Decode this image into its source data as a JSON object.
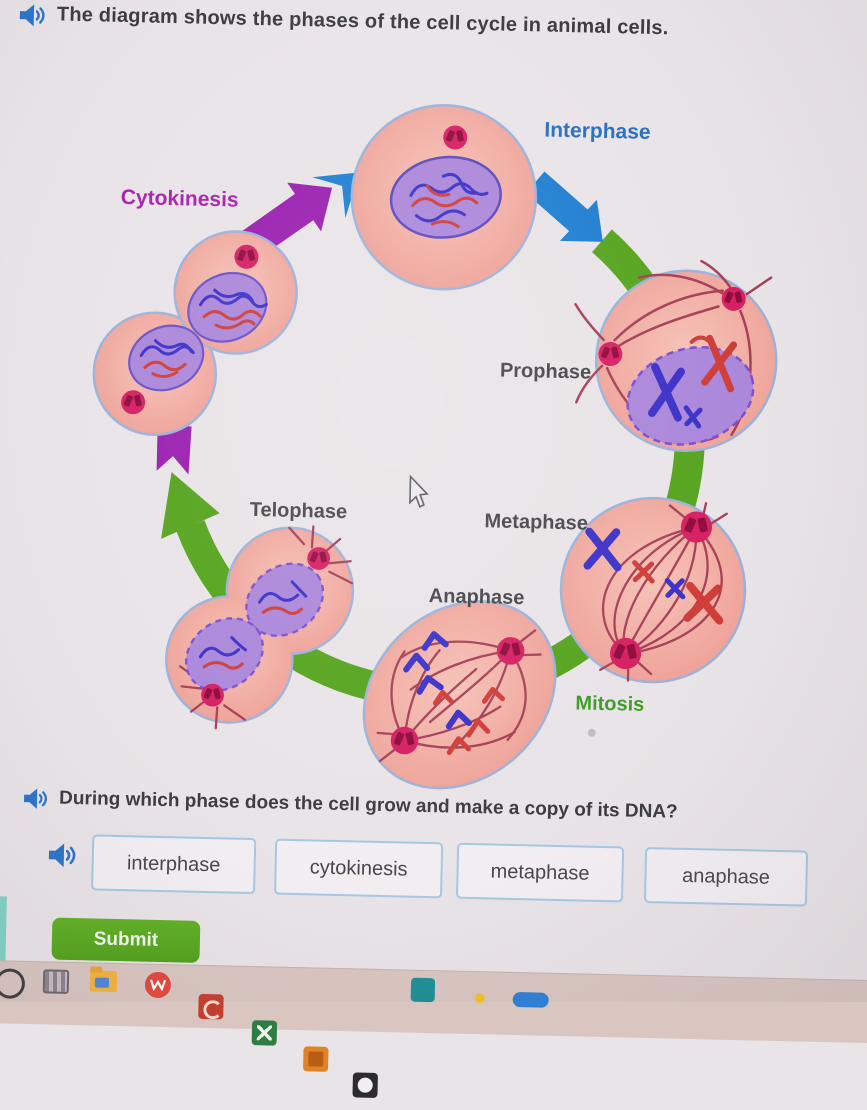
{
  "instruction": {
    "text": "The diagram shows the phases of the cell cycle in animal cells."
  },
  "diagram": {
    "labels": {
      "interphase": "Interphase",
      "cytokinesis": "Cytokinesis",
      "prophase": "Prophase",
      "metaphase": "Metaphase",
      "anaphase": "Anaphase",
      "telophase": "Telophase",
      "mitosis": "Mitosis"
    },
    "label_colors": {
      "interphase": "#2a6fc0",
      "cytokinesis": "#a822ad",
      "mitosis": "#3f9b28",
      "phase_text": "#46464b"
    },
    "arrow_colors": {
      "blue": "#1f7fd1",
      "green": "#56a41e",
      "purple": "#9a1fb0"
    },
    "cell_colors": {
      "cytoplasm": "#f0a89e",
      "membrane": "#9cb2d8",
      "nucleus": "#ab87da",
      "nucleus_border": "#5b49bd",
      "chromosome_blue": "#3b31c8",
      "chromosome_red": "#cf3d38",
      "centrosome": "#d61f63",
      "spindle_fiber": "#a64057"
    },
    "icons": {
      "cursor": "mouse-cursor"
    }
  },
  "question": {
    "speaker_icon": "speaker-icon",
    "text": "During which phase does the cell grow and make a copy of its DNA?"
  },
  "answers": [
    {
      "label": "interphase"
    },
    {
      "label": "cytokinesis"
    },
    {
      "label": "metaphase"
    },
    {
      "label": "anaphase"
    }
  ],
  "submit": {
    "label": "Submit"
  },
  "taskbar": {
    "icons": [
      "search-ring-icon",
      "task-view-icon",
      "file-explorer-icon",
      "red-app-icon",
      "powerpoint-icon",
      "excel-icon",
      "orange-app-icon",
      "dark-app-icon",
      "teal-app-icon",
      "yellow-dot-icon",
      "blue-pill-icon"
    ]
  }
}
